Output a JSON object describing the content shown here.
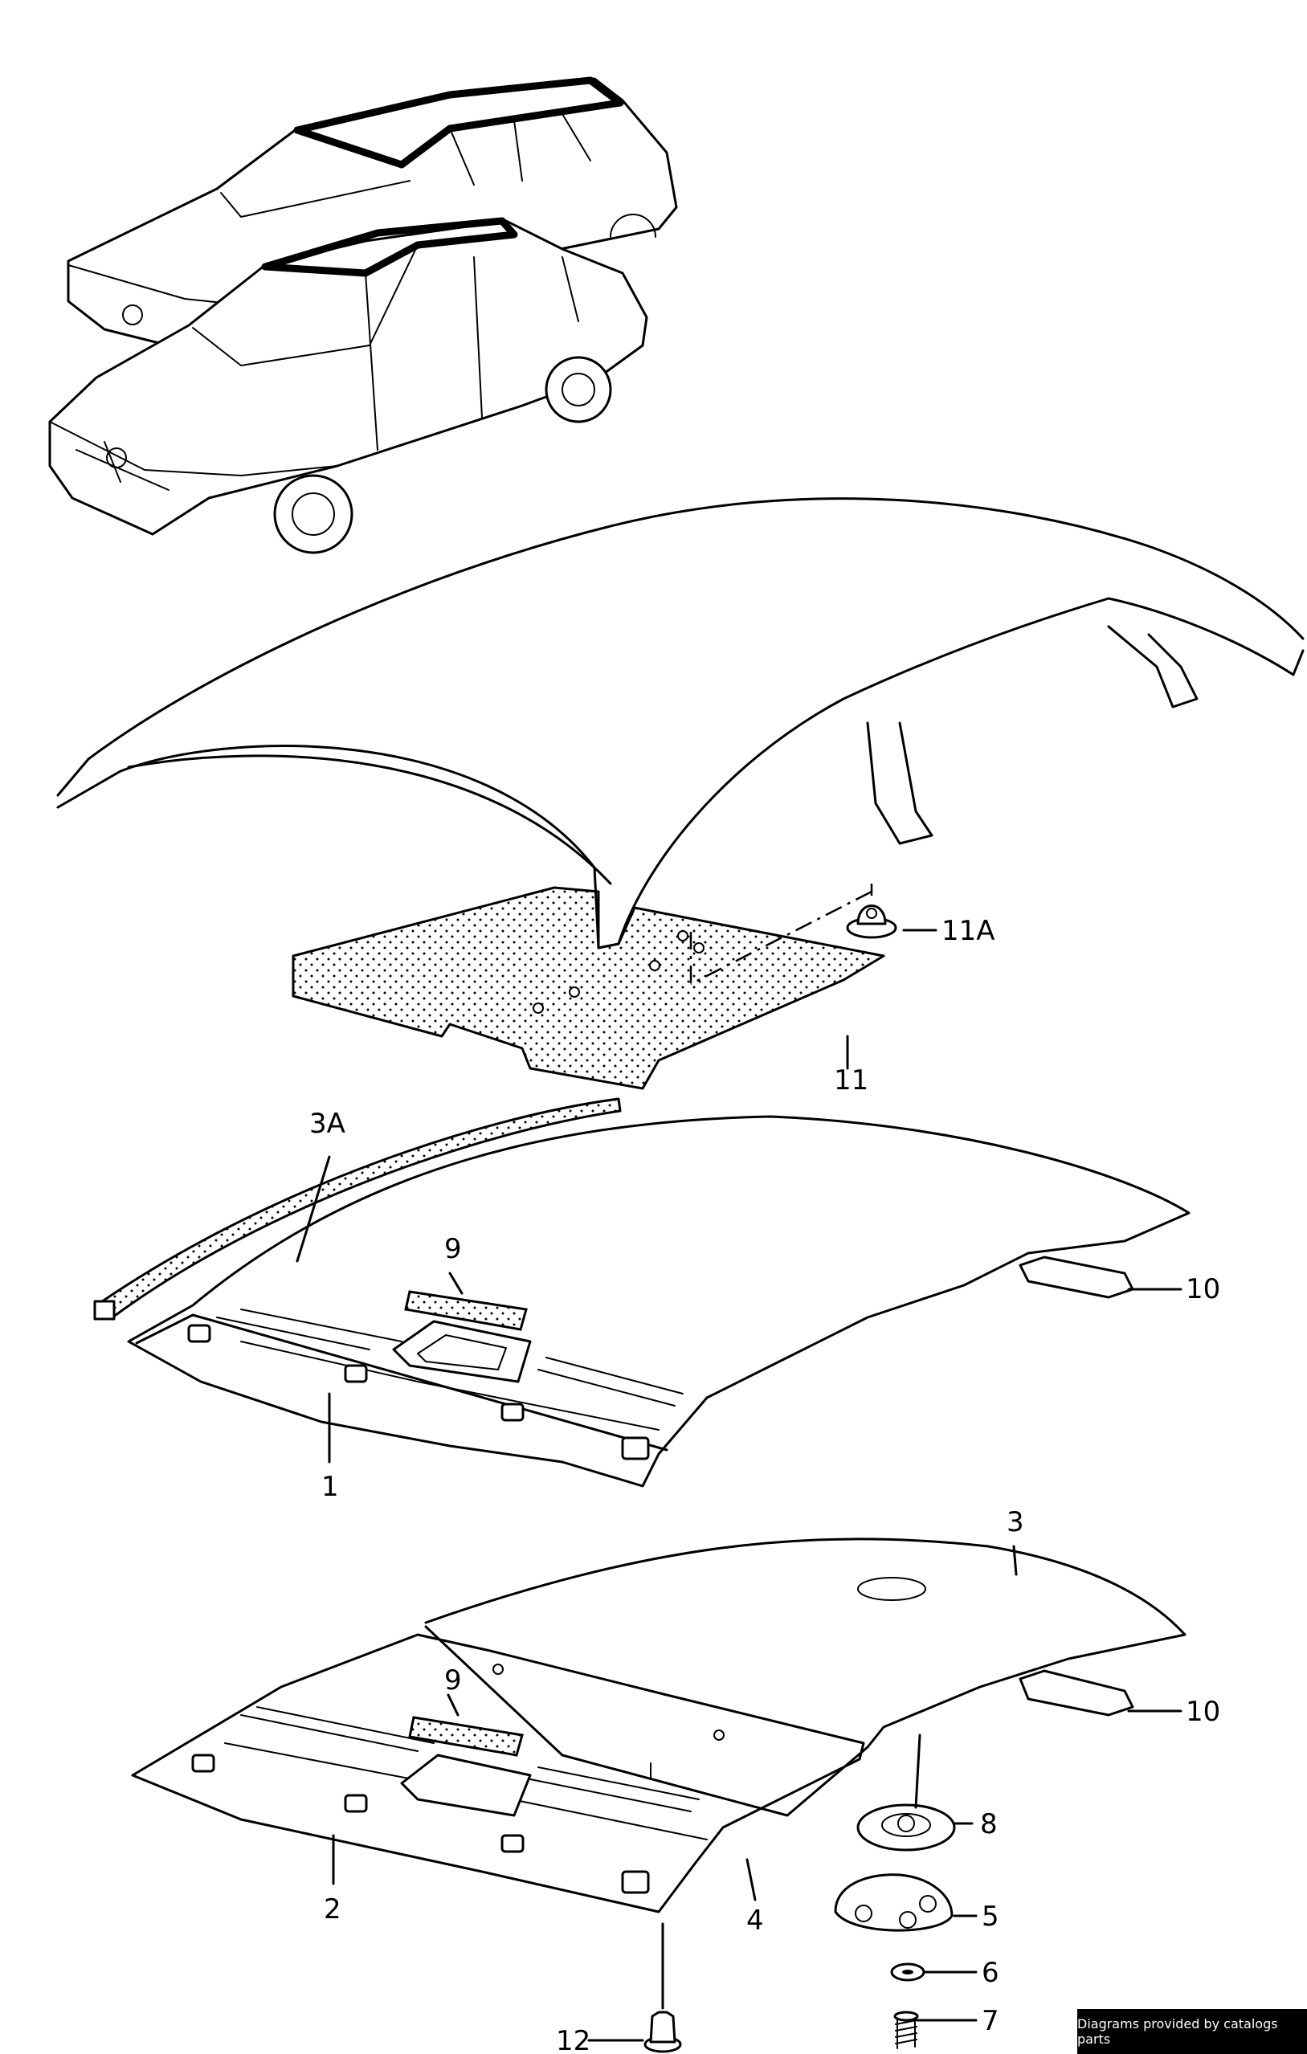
{
  "callouts": {
    "c11A": "11A",
    "c11": "11",
    "c3A": "3A",
    "c9a": "9",
    "c10a": "10",
    "c1": "1",
    "c3": "3",
    "c9b": "9",
    "c10b": "10",
    "c8": "8",
    "c2": "2",
    "c4": "4",
    "c5": "5",
    "c6": "6",
    "c12": "12",
    "c7": "7"
  },
  "footer": {
    "credit": "Diagrams provided by catalogs parts"
  }
}
